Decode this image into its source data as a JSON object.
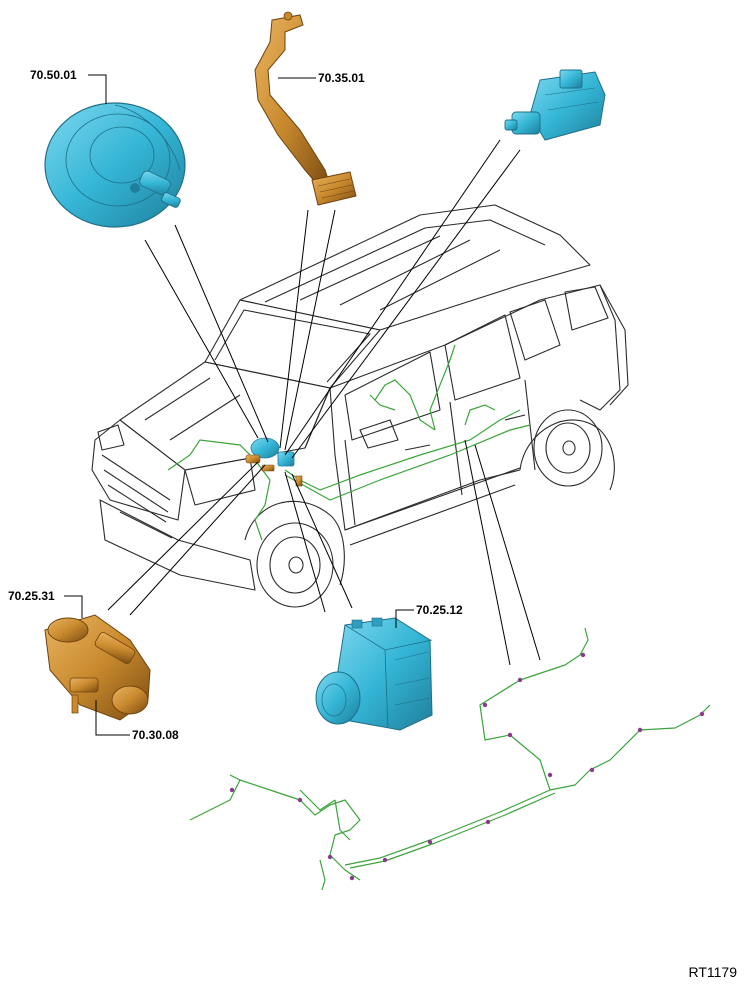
{
  "callouts": {
    "booster": "70.50.01",
    "pedal": "70.35.01",
    "master_cylinder": "70.25.31",
    "reservoir": "70.30.08",
    "abs_module": "70.25.12"
  },
  "reference": "RT1179",
  "colors": {
    "blue_part": "#35b6d6",
    "blue_dark": "#1f7f9c",
    "bronze_part": "#c98a2e",
    "bronze_dark": "#8a5a18",
    "brake_line": "#3aa53a",
    "clip": "#8a3a8a",
    "outline": "#2b2b2b"
  }
}
